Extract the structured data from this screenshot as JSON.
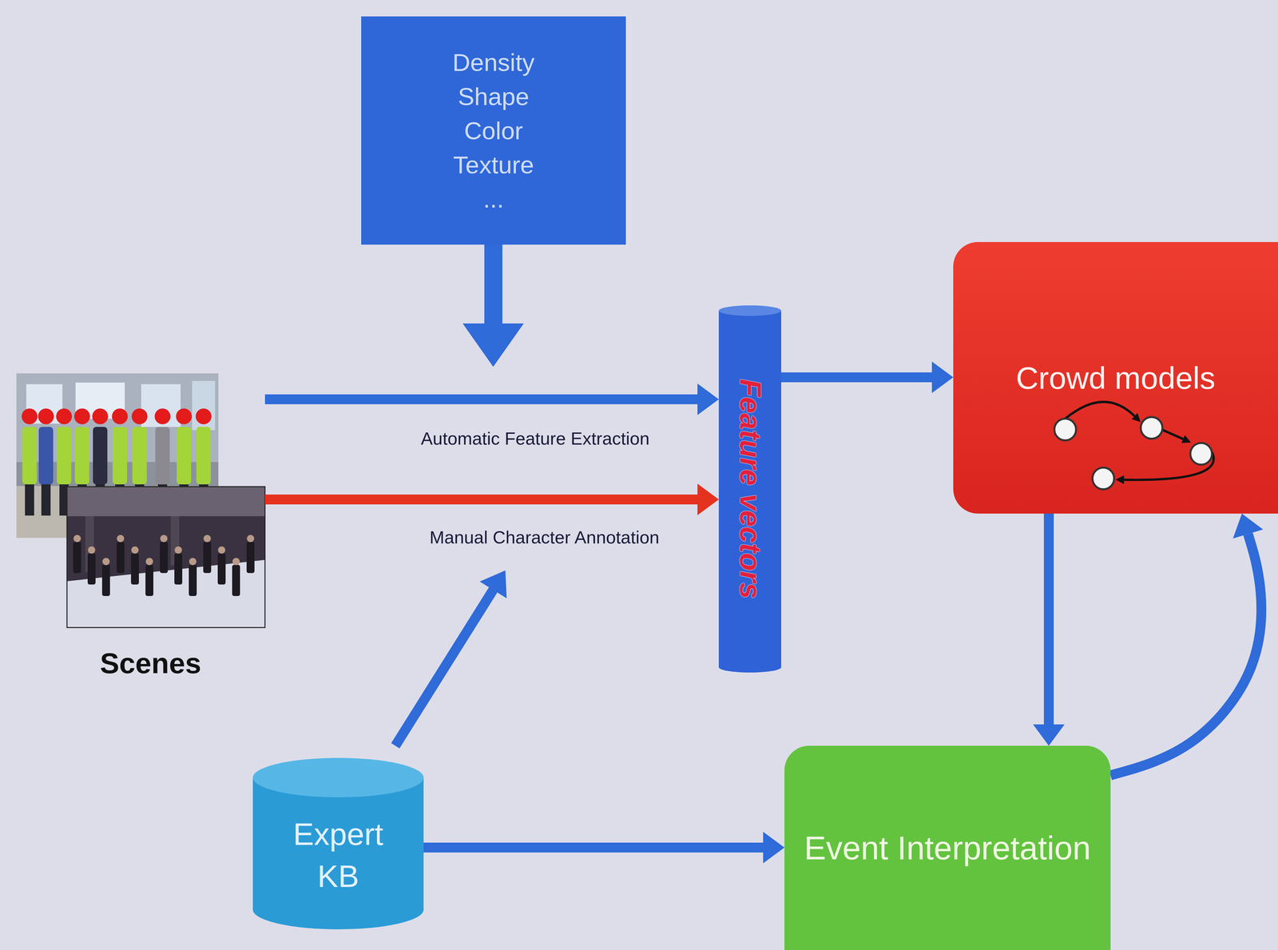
{
  "diagram": {
    "nodes": [
      {
        "text": [
          "Density",
          "Shape",
          "Color",
          "Texture",
          "..."
        ]
      },
      {
        "text": [
          "Scenes"
        ]
      },
      {
        "text": [
          "Feature vectors"
        ]
      },
      {
        "text": [
          "Crowd models"
        ]
      },
      {
        "text": [
          "Expert KB"
        ]
      },
      {
        "text": [
          "Event Interpretation"
        ]
      }
    ],
    "edges": [
      {
        "from": 1,
        "to": 2,
        "arrow": "to",
        "label": "Automatic Feature Extraction"
      },
      {
        "from": 1,
        "to": 2,
        "arrow": "to",
        "label": "Manual Character Annotation"
      },
      {
        "from": 2,
        "to": 3,
        "arrow": "to"
      },
      {
        "from": 3,
        "to": 5,
        "arrow": "to"
      },
      {
        "from": 4,
        "to": 5,
        "arrow": "to"
      },
      {
        "from": 5,
        "to": 3,
        "arrow": "to"
      }
    ]
  }
}
